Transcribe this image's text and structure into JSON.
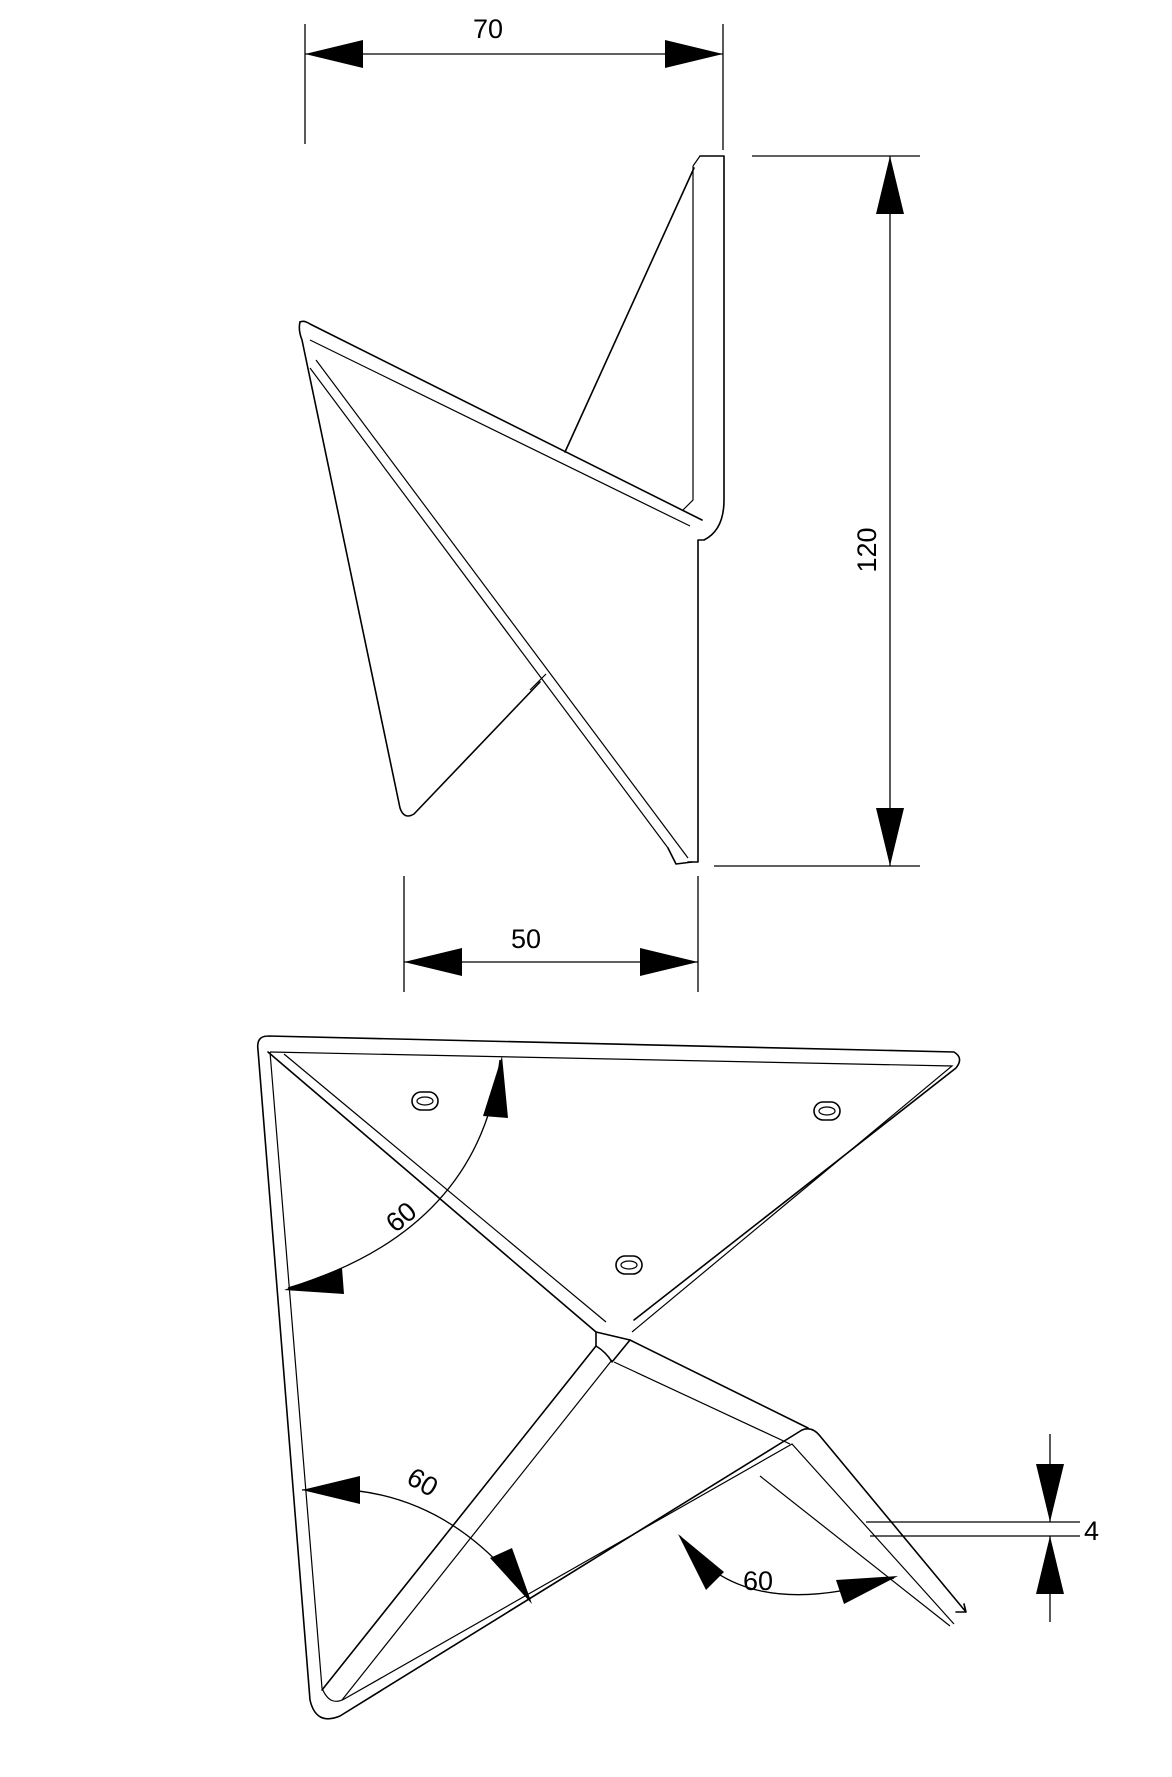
{
  "dimensions": {
    "top_width": "70",
    "height": "120",
    "bottom_width": "50",
    "angle_upper": "60",
    "angle_lower": "60",
    "angle_right": "60",
    "thickness": "4"
  }
}
